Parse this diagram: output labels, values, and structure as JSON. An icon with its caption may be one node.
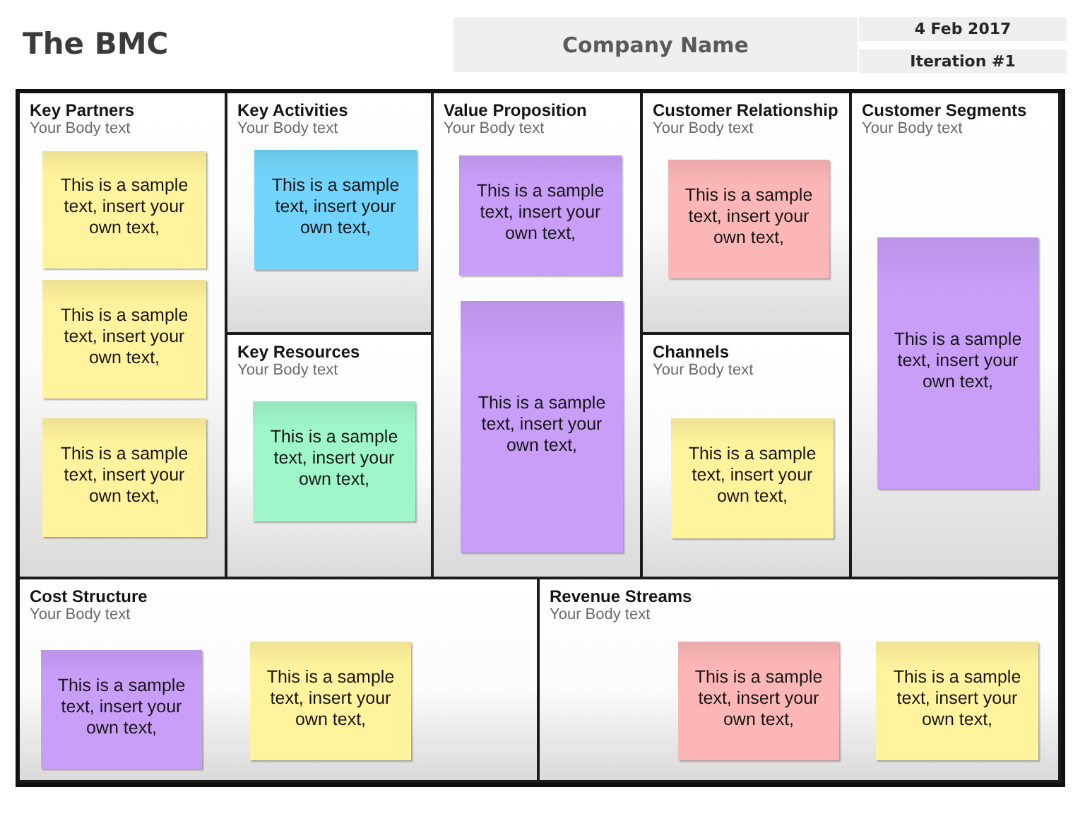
{
  "diagram": {
    "title": "The BMC",
    "nodes": [
      {
        "text": [
          "Company Name"
        ]
      },
      {
        "text": [
          "4 Feb 2017"
        ]
      },
      {
        "text": [
          "Iteration #1"
        ]
      },
      {
        "text": [
          "Key Partners",
          "Your Body text"
        ]
      },
      {
        "text": [
          "This is a sample text, insert your own text,"
        ],
        "in": 3
      },
      {
        "text": [
          "This is a sample text, insert your own text,"
        ],
        "in": 3
      },
      {
        "text": [
          "This is a sample text, insert your own text,"
        ],
        "in": 3
      },
      {
        "text": [
          "Key Activities",
          "Your Body text"
        ]
      },
      {
        "text": [
          "This is a sample text, insert your own text,"
        ],
        "in": 7
      },
      {
        "text": [
          "Key Resources",
          "Your Body text"
        ]
      },
      {
        "text": [
          "This is a sample text, insert your own text,"
        ],
        "in": 9
      },
      {
        "text": [
          "Value Proposition",
          "Your Body text"
        ]
      },
      {
        "text": [
          "This is a sample text, insert your own text,"
        ],
        "in": 11
      },
      {
        "text": [
          "This is a sample text, insert your own text,"
        ],
        "in": 11
      },
      {
        "text": [
          "Customer Relationship",
          "Your Body text"
        ]
      },
      {
        "text": [
          "This is a sample text, insert your own text,"
        ],
        "in": 14
      },
      {
        "text": [
          "Channels",
          "Your Body text"
        ]
      },
      {
        "text": [
          "This is a sample text, insert your own text,"
        ],
        "in": 16
      },
      {
        "text": [
          "Customer Segments",
          "Your Body text"
        ]
      },
      {
        "text": [
          "This is a sample text, insert your own text,"
        ],
        "in": 18
      },
      {
        "text": [
          "Cost Structure",
          "Your Body text"
        ]
      },
      {
        "text": [
          "This is a sample text, insert your own text,"
        ],
        "in": 20
      },
      {
        "text": [
          "This is a sample text, insert your own text,"
        ],
        "in": 20
      },
      {
        "text": [
          "Revenue Streams",
          "Your Body text"
        ]
      },
      {
        "text": [
          "This is a sample text, insert your own text,"
        ],
        "in": 23
      },
      {
        "text": [
          "This is a sample text, insert your own text,"
        ],
        "in": 23
      }
    ]
  }
}
